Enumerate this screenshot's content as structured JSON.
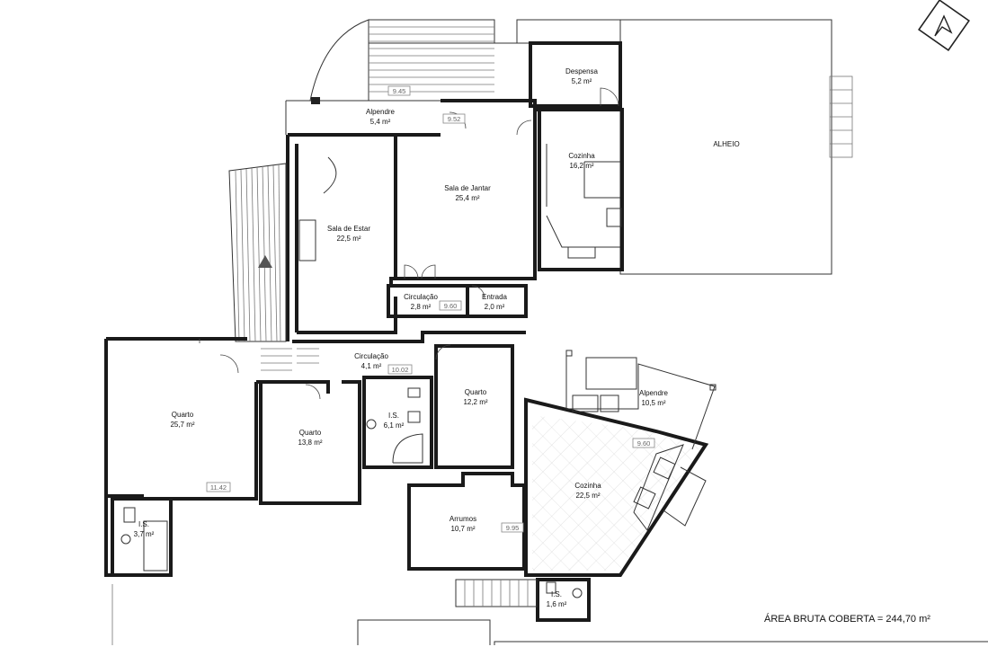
{
  "rooms": [
    {
      "id": "despensa",
      "name": "Despensa",
      "area": "5,2 m²"
    },
    {
      "id": "alpendre-top",
      "name": "Alpendre",
      "area": "5,4 m²"
    },
    {
      "id": "cozinha-top",
      "name": "Cozinha",
      "area": "16,2 m²"
    },
    {
      "id": "sala-jantar",
      "name": "Sala de Jantar",
      "area": "25,4 m²"
    },
    {
      "id": "sala-estar",
      "name": "Sala de Estar",
      "area": "22,5 m²"
    },
    {
      "id": "circulacao-small",
      "name": "Circulação",
      "area": "2,8 m²"
    },
    {
      "id": "entrada",
      "name": "Entrada",
      "area": "2,0 m²"
    },
    {
      "id": "circulacao-main",
      "name": "Circulação",
      "area": "4,1 m²"
    },
    {
      "id": "quarto-left",
      "name": "Quarto",
      "area": "25,7 m²"
    },
    {
      "id": "quarto-mid",
      "name": "Quarto",
      "area": "13,8 m²"
    },
    {
      "id": "is-center",
      "name": "I.S.",
      "area": "6,1 m²"
    },
    {
      "id": "quarto-right",
      "name": "Quarto",
      "area": "12,2 m²"
    },
    {
      "id": "alpendre-right",
      "name": "Alpendre",
      "area": "10,5 m²"
    },
    {
      "id": "cozinha-bottom",
      "name": "Cozinha",
      "area": "22,5 m²"
    },
    {
      "id": "arrumos",
      "name": "Arrumos",
      "area": "10,7 m²"
    },
    {
      "id": "is-left",
      "name": "I.S.",
      "area": "3,7 m²"
    },
    {
      "id": "is-bottom",
      "name": "I.S.",
      "area": "1,6 m²"
    }
  ],
  "alheio_label": "ALHEIO",
  "levels": [
    "9.45",
    "9.52",
    "9.60",
    "10.02",
    "11.42",
    "9.60",
    "9.95"
  ],
  "total_area": "ÁREA BRUTA COBERTA = 244,70 m²",
  "icons": {
    "north": "north-arrow-icon",
    "survey": "survey-triangle-icon"
  }
}
